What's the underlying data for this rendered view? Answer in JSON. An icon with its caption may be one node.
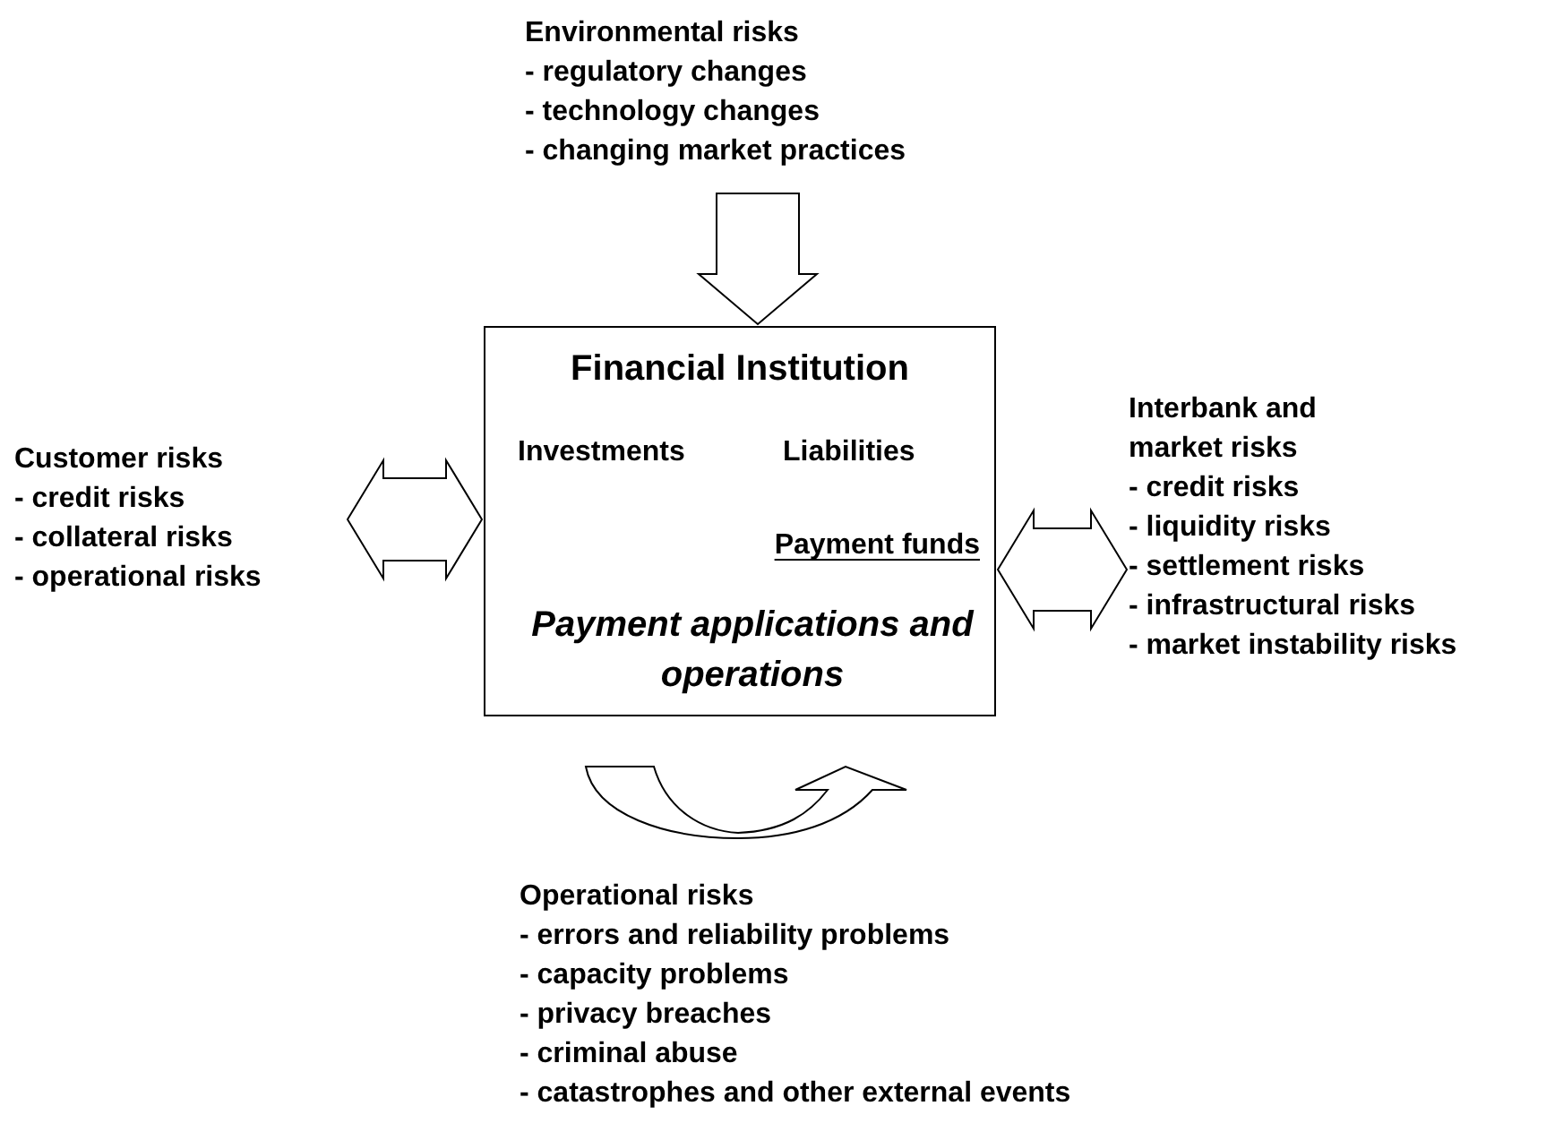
{
  "diagram": {
    "nodes": [
      {
        "text": [
          "Environmental risks",
          "- regulatory changes",
          "- technology changes",
          "- changing market practices"
        ]
      },
      {
        "text": [
          "Customer risks",
          "- credit risks",
          "- collateral risks",
          "- operational risks"
        ]
      },
      {
        "text": [
          "Financial Institution",
          "Investments",
          "Liabilities",
          "Payment funds",
          "Payment applications and operations"
        ]
      },
      {
        "text": [
          "Interbank and market risks",
          "- credit risks",
          "- liquidity risks",
          "- settlement risks",
          "- infrastructural risks",
          "- market instability risks"
        ]
      },
      {
        "text": [
          "Operational risks",
          "- errors and reliability problems",
          "- capacity problems",
          "- privacy breaches",
          "- criminal abuse",
          "- catastrophes and other external events"
        ]
      }
    ],
    "edges": [
      {
        "from": 0,
        "to": 2,
        "arrow": "to"
      },
      {
        "from": 1,
        "to": 2,
        "arrow": "both"
      },
      {
        "from": 2,
        "to": 3,
        "arrow": "both"
      }
    ]
  }
}
